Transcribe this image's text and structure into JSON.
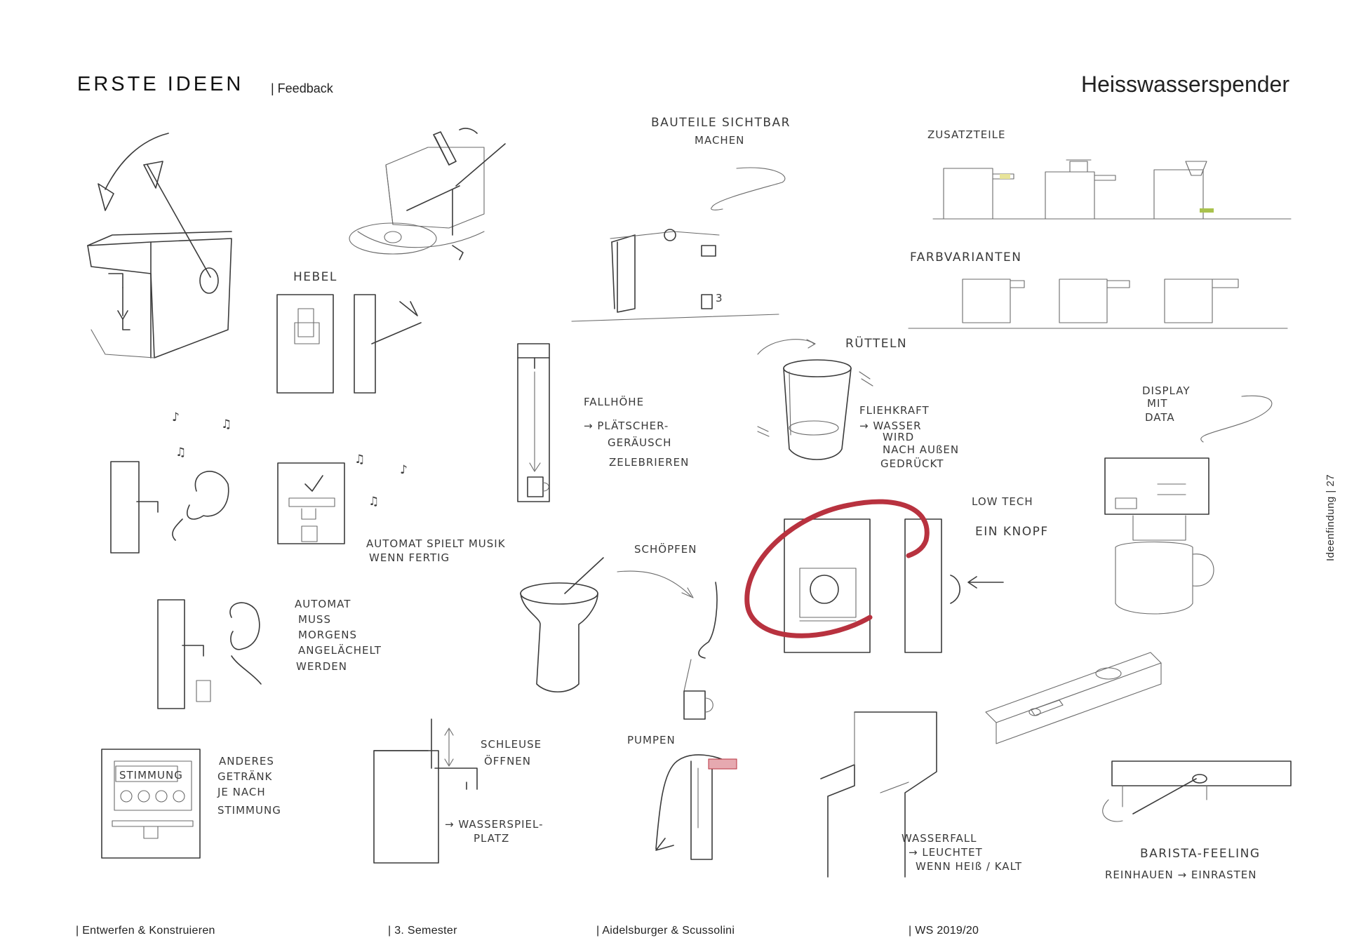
{
  "header": {
    "title": "ERSTE IDEEN",
    "subtitle": "| Feedback",
    "topic": "Heisswasserspender"
  },
  "side_label": "Ideenfindung   |   27",
  "sketch_notes": {
    "hebel": "HEBEL",
    "bauteile": "BAUTEILE  SICHTBAR",
    "machen": "MACHEN",
    "zusatzteile": "ZUSATZTEILE",
    "farbvarianten": "FARBVARIANTEN",
    "ruetteln": "RÜTTELN",
    "fallhoehe_1": "FALLHÖHE",
    "fallhoehe_2": "→ PLÄTSCHER-",
    "fallhoehe_3": "GERÄUSCH",
    "fallhoehe_4": "ZELEBRIEREN",
    "fliehkraft_1": "FLIEHKRAFT",
    "fliehkraft_2": "→ WASSER",
    "fliehkraft_3": "WIRD",
    "fliehkraft_4": "NACH AUßEN",
    "fliehkraft_5": "GEDRÜCKT",
    "display_1": "DISPLAY",
    "display_2": "MIT",
    "display_3": "DATA",
    "musik_1": "AUTOMAT SPIELT MUSIK",
    "musik_2": "WENN FERTIG",
    "lowtech": "LOW TECH",
    "ein_knopf": "EIN KNOPF",
    "schoepfen": "SCHÖPFEN",
    "automat_1": "AUTOMAT",
    "automat_2": "MUSS",
    "automat_3": "MORGENS",
    "automat_4": "ANGELÄCHELT",
    "automat_5": "WERDEN",
    "stimmung_box": "STIMMUNG",
    "anderes_1": "ANDERES",
    "anderes_2": "GETRÄNK",
    "anderes_3": "JE NACH",
    "anderes_4": "STIMMUNG",
    "schleuse_1": "SCHLEUSE",
    "schleuse_2": "ÖFFNEN",
    "wasserspiel_1": "→ WASSERSPIEL-",
    "wasserspiel_2": "PLATZ",
    "pumpen": "PUMPEN",
    "wasserfall_1": "WASSERFALL",
    "wasserfall_2": "→ LEUCHTET",
    "wasserfall_3": "WENN HEIß / KALT",
    "barista_1": "BARISTA-FEELING",
    "barista_2": "REINHAUEN → EINRASTEN"
  },
  "footer": {
    "course": "|  Entwerfen & Konstruieren",
    "semester": "|  3. Semester",
    "authors": "|  Aidelsburger &  Scussolini",
    "term": "|  WS 2019/20"
  },
  "colors": {
    "pencil": "#3b3b3b",
    "red_circle": "#b8323f",
    "yellow_fill": "#c9c24a",
    "green_fill": "#a9c24d",
    "light_blue": "#cfe3e8"
  }
}
